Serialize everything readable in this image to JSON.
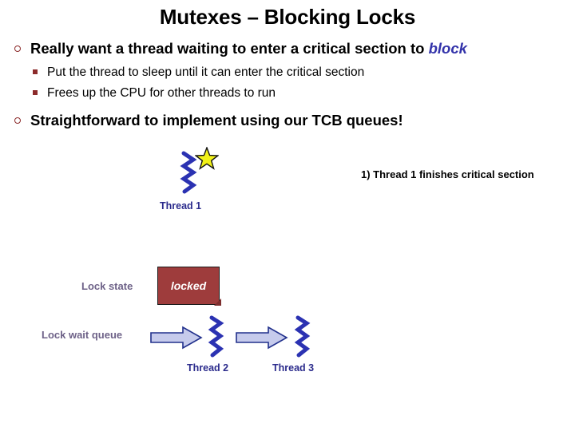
{
  "slide": {
    "title": "Mutexes – Blocking Locks"
  },
  "bullets": [
    {
      "level": 1,
      "marker": "hollow-circle-bullet",
      "text_before": "Really want a thread waiting to enter a critical section to ",
      "keyword": "block"
    },
    {
      "level": 2,
      "marker": "square-bullet",
      "text": "Put the thread to sleep until it can enter the critical section"
    },
    {
      "level": 2,
      "marker": "square-bullet",
      "text": "Frees up the CPU for other threads to run"
    },
    {
      "level": 1,
      "marker": "hollow-circle-bullet",
      "text": "Straightforward to implement using our TCB queues!"
    }
  ],
  "diagram": {
    "annotation_step1": "1) Thread 1 finishes critical section",
    "thread1_label": "Thread 1",
    "thread2_label": "Thread 2",
    "thread3_label": "Thread 3",
    "lock_state_label": "Lock state",
    "lock_state_value": "locked",
    "lock_wait_queue_label": "Lock wait queue"
  },
  "colors": {
    "title_text": "#000000",
    "bullet_marker": "#8C2B2B",
    "keyword_blue": "#3333AA",
    "thread_label_blue": "#2B2B8C",
    "squiggle_blue": "#2B32B2",
    "muted_label": "#6E6288",
    "lock_box_fill": "#9E3C3C",
    "lock_box_text": "#FFFFFF",
    "arrow_fill": "#C6CBEC",
    "arrow_stroke": "#21308C",
    "star_fill": "#F2F218",
    "star_stroke": "#000000",
    "background": "#FFFFFF"
  }
}
